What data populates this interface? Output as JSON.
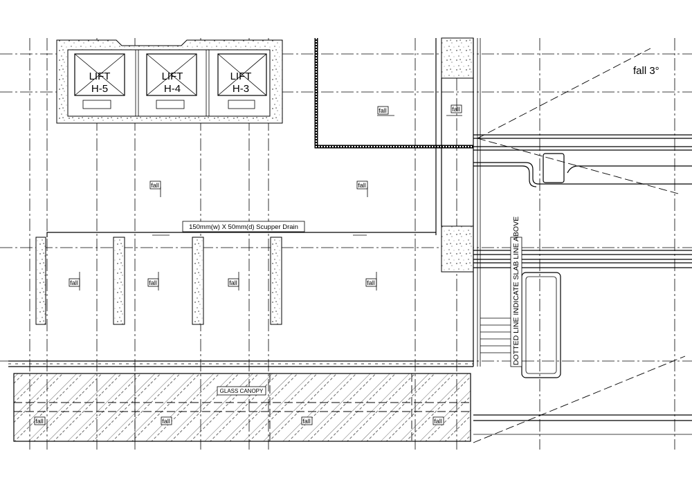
{
  "lifts": [
    {
      "line1": "LIFT",
      "line2": "H-5"
    },
    {
      "line1": "LIFT",
      "line2": "H-4"
    },
    {
      "line1": "LIFT",
      "line2": "H-3"
    }
  ],
  "fall_label": "fall",
  "fall_angle_label": "fall 3°",
  "scupper_drain_label": "150mm(w) X 50mm(d) Scupper Drain",
  "glass_canopy_label": "GLASS CANOPY",
  "slab_note": "DOTTED LINE INDICATE SLAB LINE ABOVE"
}
